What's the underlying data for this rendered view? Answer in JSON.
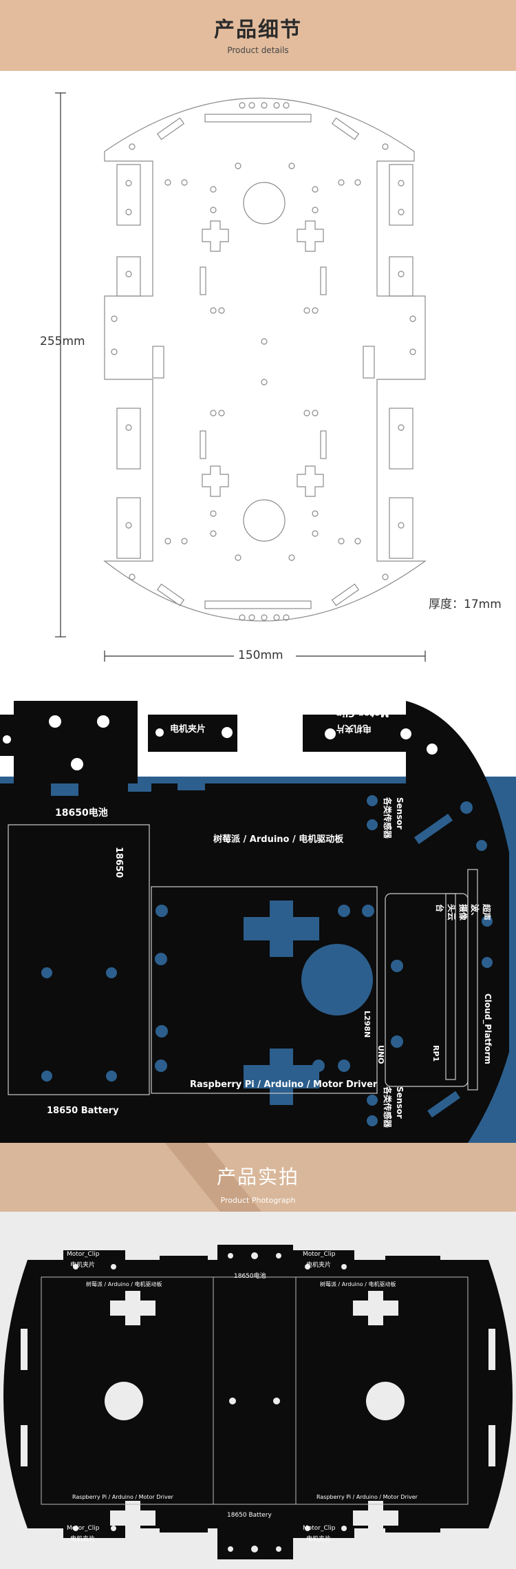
{
  "header_details": {
    "title": "产品细节",
    "subtitle": "Product details"
  },
  "dimensions": {
    "height": "255mm",
    "width": "150mm",
    "thickness": "厚度：17mm"
  },
  "board_photo": {
    "motor_clip": "Motor_Clip",
    "motor_clip_cn": "电机夹片",
    "battery_cn": "18650电池",
    "battery_en": "18650 Battery",
    "battery_vertical": "18650",
    "driver_cn": "树莓派 / Arduino / 电机驱动板",
    "driver_en": "Raspberry Pi / Arduino / Motor Driver",
    "sensor": "Sensor",
    "sensor_cn": "各类传感器",
    "cloud_cn": "超声波、摄像头云台",
    "cloud_en": "Cloud_Platform",
    "l298n": "L298N",
    "uno": "UNO",
    "rp1": "RP1"
  },
  "header_photo": {
    "title": "产品实拍",
    "subtitle": "Product Photograph"
  },
  "colors": {
    "header_bg": "#e2bc9d",
    "board": "#0c0c0c",
    "backdrop": "#2c5f8d",
    "accent": "#d9b79a"
  }
}
